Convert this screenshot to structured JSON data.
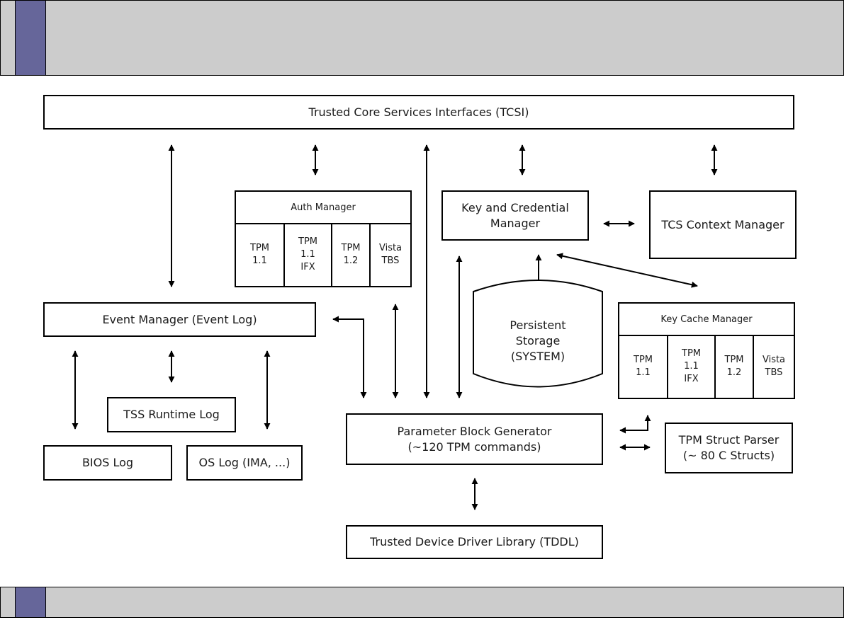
{
  "colors": {
    "bar_bg": "#cccccc",
    "bar_accent": "#66669a"
  },
  "boxes": {
    "tcsi": "Trusted Core Services Interfaces (TCSI)",
    "key_credential_manager": "Key and Credential\nManager",
    "tcs_context_manager": "TCS Context Manager",
    "event_manager": "Event Manager (Event Log)",
    "tss_runtime_log": "TSS Runtime Log",
    "bios_log": "BIOS Log",
    "os_log": "OS Log (IMA, ...)",
    "parameter_block_generator": "Parameter Block Generator\n(~120 TPM commands)",
    "tpm_struct_parser": "TPM Struct Parser\n(~ 80 C Structs)",
    "tddl": "Trusted Device Driver Library (TDDL)"
  },
  "persistent_storage": "Persistent\nStorage\n(SYSTEM)",
  "auth_manager": {
    "title": "Auth Manager",
    "cells": [
      "TPM\n1.1",
      "TPM\n1.1\nIFX",
      "TPM\n1.2",
      "Vista\nTBS"
    ]
  },
  "key_cache_manager": {
    "title": "Key Cache Manager",
    "cells": [
      "TPM\n1.1",
      "TPM\n1.1\nIFX",
      "TPM\n1.2",
      "Vista\nTBS"
    ]
  }
}
